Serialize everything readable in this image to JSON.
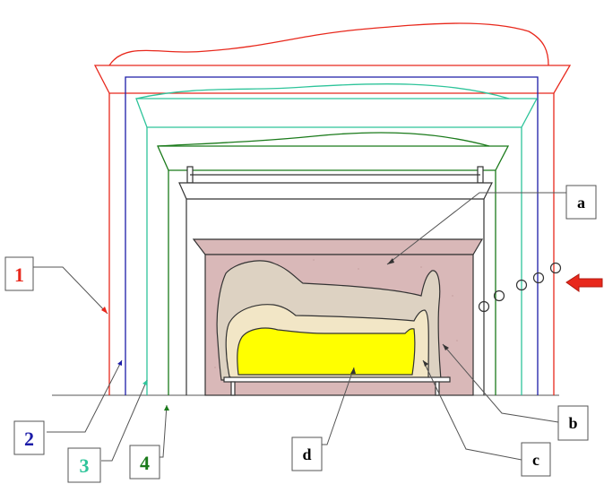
{
  "colors": {
    "shrine": "#e8281c",
    "outer_coffin": "#1c1ca8",
    "middle_coffin": "#2ec49a",
    "inner_coffin": "#1a7a1a",
    "sarcophagus_fill": "#d9b8b8",
    "mummy_case_fill": "#ddd2c2",
    "inner_case_fill": "#f2e6c6",
    "mummy_fill": "#ffff00",
    "arrow": "#e8281c",
    "line": "#555555"
  },
  "labels": {
    "n1": "1",
    "n2": "2",
    "n3": "3",
    "n4": "4",
    "a": "a",
    "b": "b",
    "c": "c",
    "d": "d"
  }
}
